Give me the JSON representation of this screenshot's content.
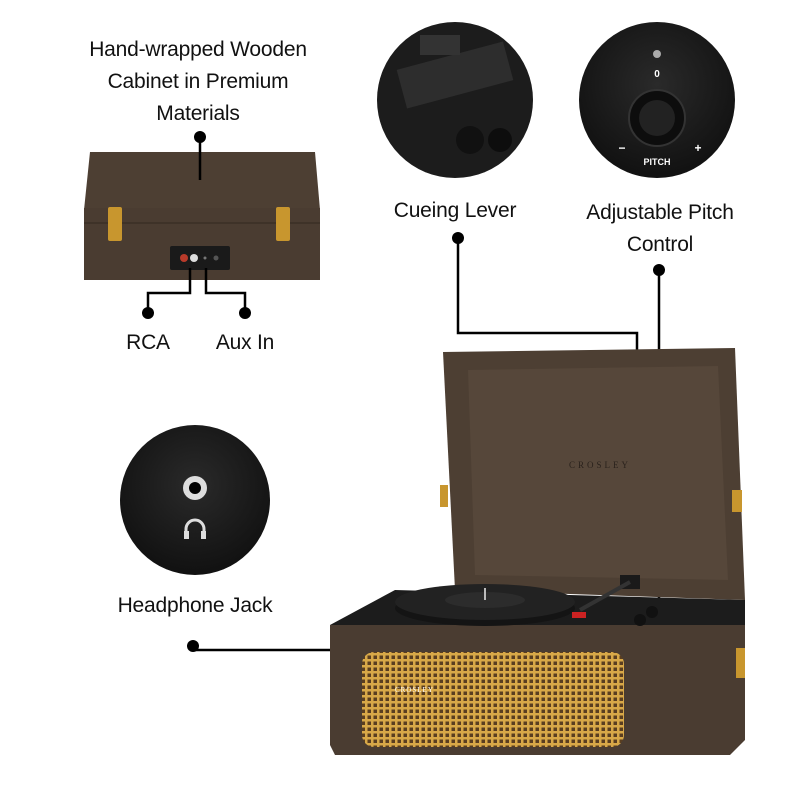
{
  "callouts": {
    "cabinet": {
      "line1": "Hand-wrapped Wooden",
      "line2": "Cabinet in Premium",
      "line3": "Materials"
    },
    "rca": "RCA",
    "aux_in": "Aux In",
    "cueing_lever": "Cueing Lever",
    "pitch": {
      "line1": "Adjustable Pitch",
      "line2": "Control"
    },
    "headphone_jack": "Headphone Jack"
  },
  "pitch_dial": {
    "zero": "0",
    "minus": "−",
    "plus": "+",
    "label": "PITCH"
  },
  "brand": {
    "lid_logo": "CROSLEY",
    "grille_logo": "CROSLEY"
  },
  "colors": {
    "case": "#4a3c31",
    "case_dark": "#3b2f26",
    "grille": "#d8a848",
    "hardware": "#c8962e",
    "line": "#000000"
  }
}
